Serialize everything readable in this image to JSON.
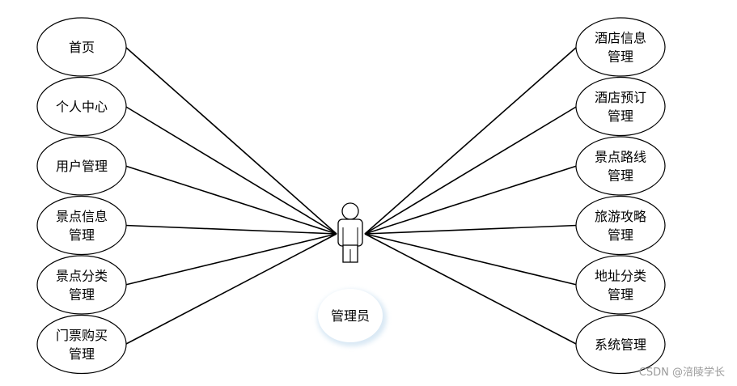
{
  "actor": {
    "label": "管理员"
  },
  "left_use_cases": [
    {
      "lines": [
        "首页"
      ]
    },
    {
      "lines": [
        "个人中心"
      ]
    },
    {
      "lines": [
        "用户管理"
      ]
    },
    {
      "lines": [
        "景点信息",
        "管理"
      ]
    },
    {
      "lines": [
        "景点分类",
        "管理"
      ]
    },
    {
      "lines": [
        "门票购买",
        "管理"
      ]
    }
  ],
  "right_use_cases": [
    {
      "lines": [
        "酒店信息",
        "管理"
      ]
    },
    {
      "lines": [
        "酒店预订",
        "管理"
      ]
    },
    {
      "lines": [
        "景点路线",
        "管理"
      ]
    },
    {
      "lines": [
        "旅游攻略",
        "管理"
      ]
    },
    {
      "lines": [
        "地址分类",
        "管理"
      ]
    },
    {
      "lines": [
        "系统管理"
      ]
    }
  ],
  "watermark": "CSDN @涪陵学长"
}
